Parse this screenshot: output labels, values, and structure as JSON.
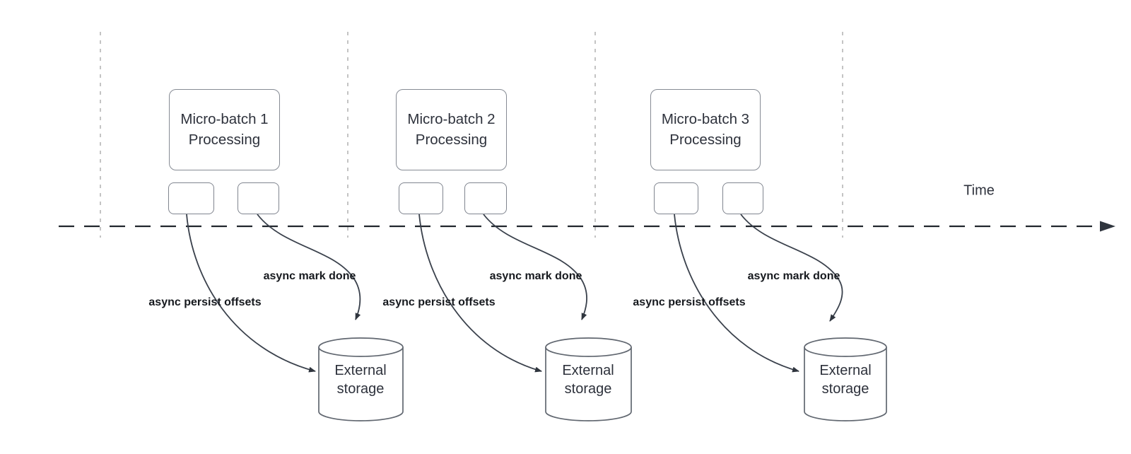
{
  "diagram": {
    "time_axis_label": "Time",
    "groups": [
      {
        "title": "Micro-batch 1\nProcessing",
        "persist_label": "async persist offsets",
        "done_label": "async mark done",
        "storage_label": "External\nstorage"
      },
      {
        "title": "Micro-batch 2\nProcessing",
        "persist_label": "async persist offsets",
        "done_label": "async mark done",
        "storage_label": "External\nstorage"
      },
      {
        "title": "Micro-batch 3\nProcessing",
        "persist_label": "async persist offsets",
        "done_label": "async mark done",
        "storage_label": "External\nstorage"
      }
    ],
    "colors": {
      "background": "#ffffff",
      "box_border": "#868b94",
      "cylinder_border": "#616770",
      "arrow_stroke": "#3a414c",
      "timeline_stroke": "#21262d",
      "gridline_stroke": "#b5b5b5",
      "text_primary": "#2e323c",
      "label_text": "#16191e"
    }
  }
}
